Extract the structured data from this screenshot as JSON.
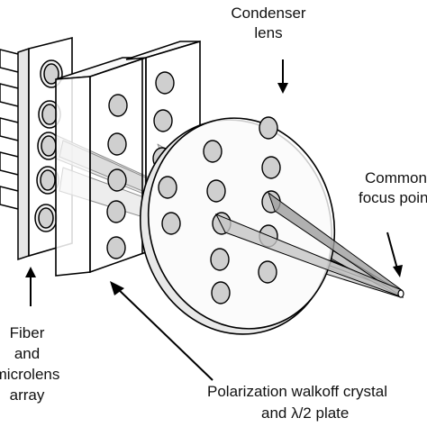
{
  "labels": {
    "condenser_line1": "Condenser",
    "condenser_line2": "lens",
    "common_line1": "Common",
    "common_line2": "focus point",
    "fiber_line1": "Fiber",
    "fiber_line2": "and",
    "fiber_line3": "microlens",
    "fiber_line4": "array",
    "walkoff_line1": "Polarization walkoff crystal",
    "walkoff_line2": "and λ/2 plate"
  },
  "colors": {
    "stroke": "#000000",
    "lens_fill": "#f2f2f2",
    "beam_fill": "#b9b9b9",
    "hole_fill": "#cfcfcf",
    "block_front": "#ffffff",
    "block_side": "#eeeeee"
  }
}
